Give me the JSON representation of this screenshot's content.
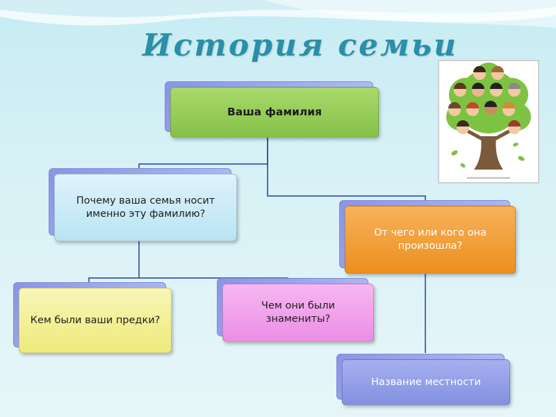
{
  "slide": {
    "title": "История семьи"
  },
  "diagram": {
    "nodes": {
      "root": "Ваша фамилия",
      "why": "Почему ваша семья носит именно эту фамилию?",
      "origin": "От чего или кого она произошла?",
      "ancestors": "Кем были ваши предки?",
      "famous": "Чем они были знамениты?",
      "place": "Название местности"
    }
  },
  "image": {
    "icon": "family-tree-illustration"
  },
  "colors": {
    "title": "#2a8fa8",
    "root": "#86c148",
    "why": "#b9e4f4",
    "origin": "#ec8f1f",
    "ancestors": "#eeea7a",
    "famous": "#ec8ee6",
    "place": "#8390e0",
    "connector": "#1f3f9e"
  }
}
